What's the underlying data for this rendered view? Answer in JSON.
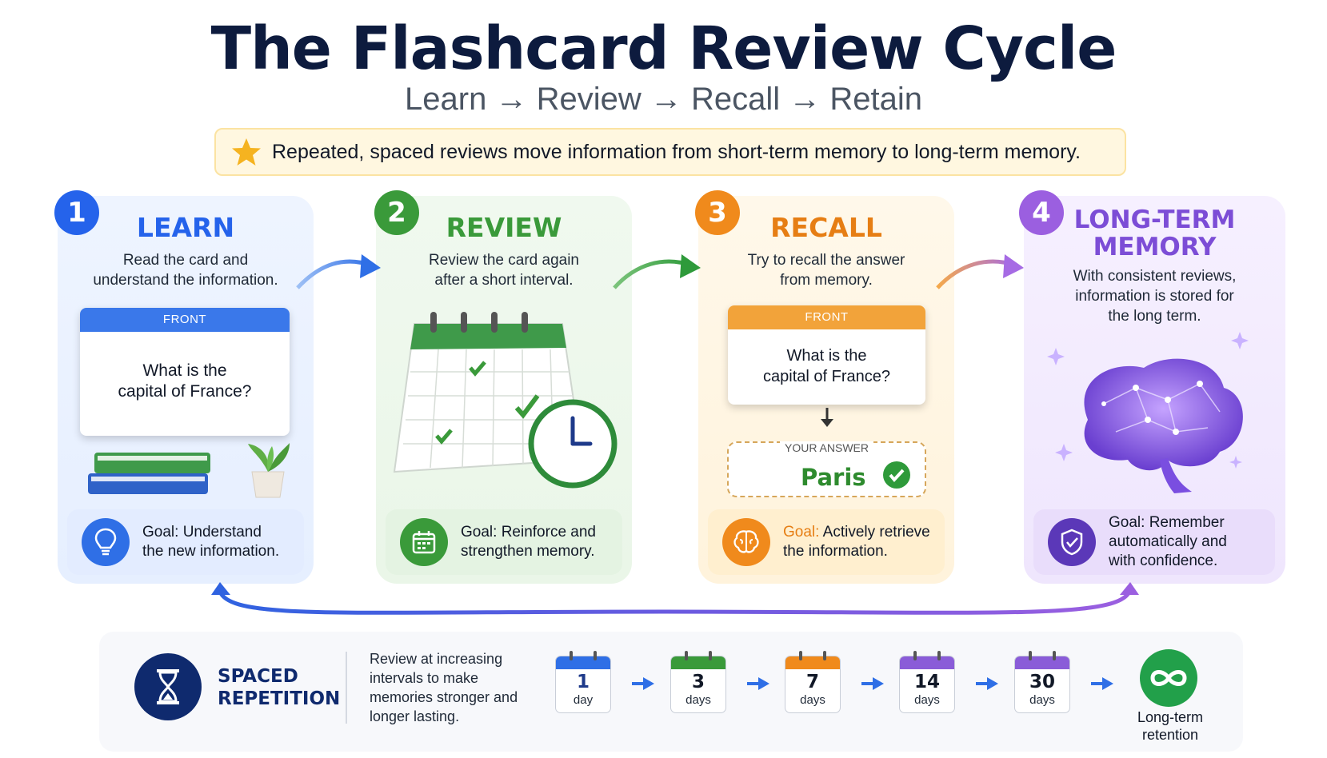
{
  "title": "The Flashcard Review Cycle",
  "subtitle": "Learn → Review → Recall → Retain",
  "banner": "Repeated, spaced reviews move information from short-term memory to long-term memory.",
  "steps": [
    {
      "number": "1",
      "title": "LEARN",
      "desc_line1": "Read the card and",
      "desc_line2": "understand the information.",
      "goal_prefix": "Goal:",
      "goal_line1": "Understand",
      "goal_line2": "the new information.",
      "color": "#2563eb"
    },
    {
      "number": "2",
      "title": "REVIEW",
      "desc_line1": "Review the card again",
      "desc_line2": "after a short interval.",
      "goal_prefix": "Goal:",
      "goal_line1": "Reinforce and",
      "goal_line2": "strengthen memory.",
      "color": "#3a9a3a"
    },
    {
      "number": "3",
      "title": "RECALL",
      "desc_line1": "Try to recall the answer",
      "desc_line2": "from memory.",
      "goal_prefix": "Goal:",
      "goal_line1": "Actively retrieve",
      "goal_line2": "the information.",
      "color": "#f08a1c"
    },
    {
      "number": "4",
      "title_line1": "LONG-TERM",
      "title_line2": "MEMORY",
      "desc_line1": "With consistent reviews,",
      "desc_line2": "information is stored for",
      "desc_line3": "the long term.",
      "goal_prefix": "Goal:",
      "goal_line1": "Remember",
      "goal_line2": "automatically and",
      "goal_line3": "with confidence.",
      "color": "#7c4dd6"
    }
  ],
  "flashcard": {
    "front_label": "FRONT",
    "question_line1": "What is the",
    "question_line2": "capital of France?"
  },
  "answer": {
    "label": "YOUR ANSWER",
    "value": "Paris"
  },
  "spaced_repetition": {
    "title_line1": "SPACED",
    "title_line2": "REPETITION",
    "desc": "Review at increasing intervals to make memories stronger and longer lasting.",
    "intervals": [
      {
        "num": "1",
        "unit": "day",
        "color": "#2f6fe6"
      },
      {
        "num": "3",
        "unit": "days",
        "color": "#3a9a3a"
      },
      {
        "num": "7",
        "unit": "days",
        "color": "#f08a1c"
      },
      {
        "num": "14",
        "unit": "days",
        "color": "#8a5cd8"
      },
      {
        "num": "30",
        "unit": "days",
        "color": "#8a5cd8"
      }
    ],
    "final_line1": "Long-term",
    "final_line2": "retention"
  }
}
